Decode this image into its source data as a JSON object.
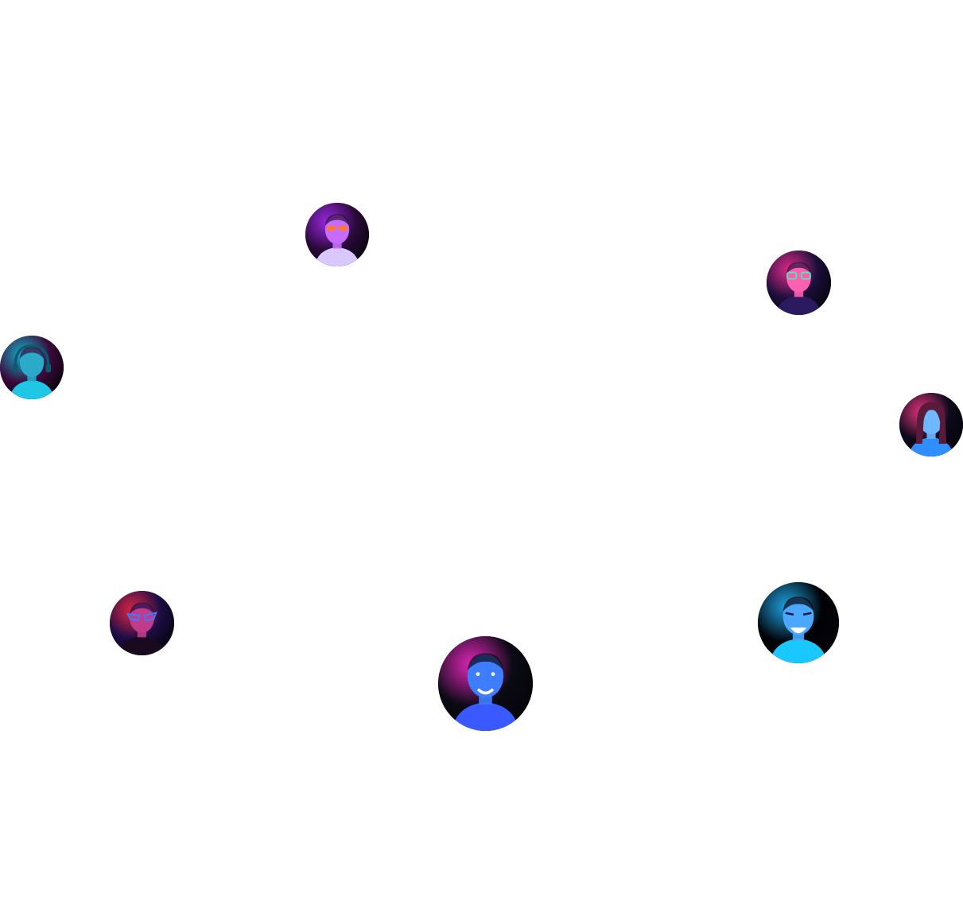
{
  "avatars": [
    {
      "icon": "person-avatar-icon",
      "palette": {
        "bg": "#2a0a3a",
        "glow": "#b02cff",
        "skin": "#c76bff",
        "shirt": "#d8c8ff",
        "accent": "#ff7a2e"
      },
      "feature": "orange-glasses"
    },
    {
      "icon": "person-avatar-icon",
      "palette": {
        "bg": "#1a0f3a",
        "glow": "#ff2d9b",
        "skin": "#ff5fb0",
        "shirt": "#2b1a60",
        "accent": "#2bffb0"
      },
      "feature": "clear-glasses"
    },
    {
      "icon": "person-avatar-icon",
      "palette": {
        "bg": "#3a0a3a",
        "glow": "#19c2e0",
        "skin": "#2aa9c9",
        "shirt": "#1fc6e6",
        "accent": "#0a5a70"
      },
      "feature": "headphones"
    },
    {
      "icon": "person-avatar-icon",
      "palette": {
        "bg": "#0d0a1c",
        "glow": "#ff3a8a",
        "skin": "#6fb8ff",
        "shirt": "#2f8fff",
        "accent": "#5a1a3a"
      },
      "feature": "long-hair"
    },
    {
      "icon": "person-avatar-icon",
      "palette": {
        "bg": "#1c0d45",
        "glow": "#ff2a4a",
        "skin": "#c23a8a",
        "shirt": "#1a0a20",
        "accent": "#3a7bff"
      },
      "feature": "cat-eye-glasses"
    },
    {
      "icon": "person-avatar-icon",
      "palette": {
        "bg": "#020206",
        "glow": "#1fb8ff",
        "skin": "#4aa8ff",
        "shirt": "#19c8ff",
        "accent": "#0a1a40"
      },
      "feature": "laughing"
    },
    {
      "icon": "person-avatar-icon",
      "palette": {
        "bg": "#0a0a14",
        "glow": "#ff2ad0",
        "skin": "#3f7dff",
        "shirt": "#3a5aff",
        "accent": "#101830"
      },
      "feature": "smiling"
    }
  ]
}
